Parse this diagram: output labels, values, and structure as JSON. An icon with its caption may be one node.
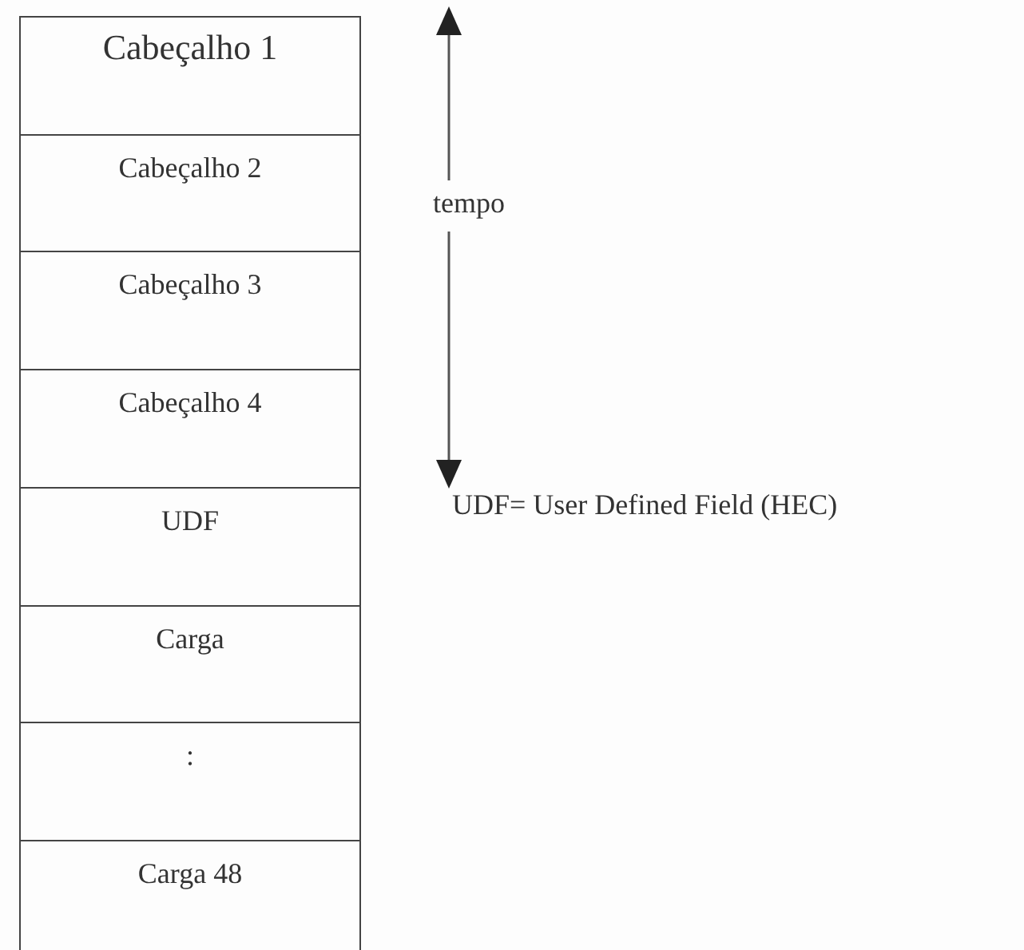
{
  "diagram": {
    "nodes": [
      {
        "text": [
          "Cabeçalho 1"
        ]
      },
      {
        "text": [
          "Cabeçalho 2"
        ]
      },
      {
        "text": [
          "Cabeçalho 3"
        ]
      },
      {
        "text": [
          "Cabeçalho 4"
        ]
      },
      {
        "text": [
          "UDF"
        ]
      },
      {
        "text": [
          "Carga"
        ]
      },
      {
        "text": [
          ":"
        ]
      },
      {
        "text": [
          "Carga 48"
        ]
      }
    ],
    "labels": [
      "tempo",
      "UDF= User Defined Field (HEC)"
    ]
  }
}
